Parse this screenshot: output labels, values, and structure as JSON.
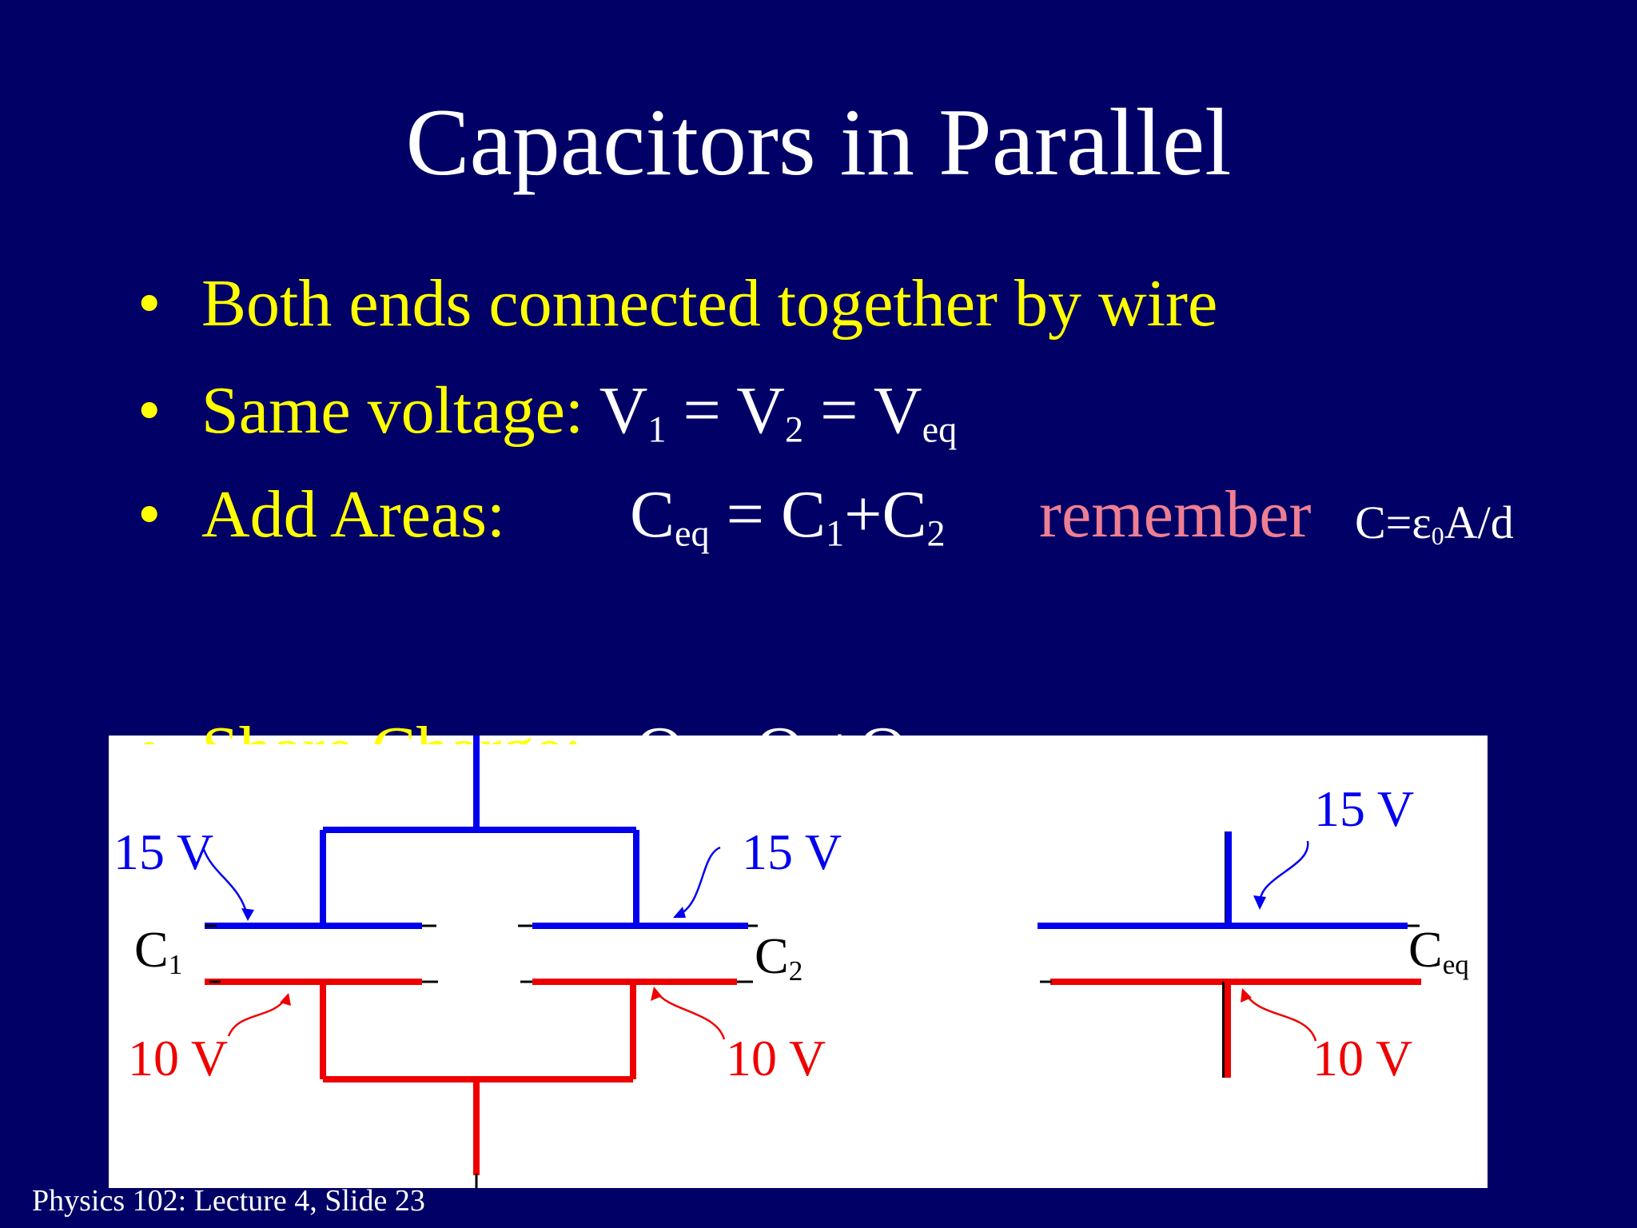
{
  "slide": {
    "title": "Capacitors in Parallel",
    "footer": "Physics 102: Lecture 4, Slide 23"
  },
  "bullets": {
    "b1": "Both ends connected together by wire",
    "b2_label": "Same voltage:",
    "b2_v1": "V",
    "b2_v1_sub": "1",
    "b2_eq1": " = V",
    "b2_v2_sub": "2",
    "b2_eq2": " = V",
    "b2_veq_sub": "eq",
    "b3_label": "Add Areas:",
    "b3_c": "C",
    "b3_ceq_sub": "eq",
    "b3_eq": " = C",
    "b3_c1_sub": "1",
    "b3_plus": "+C",
    "b3_c2_sub": "2",
    "b3_remember": "remember",
    "b3_formula_a": "C=ε",
    "b3_formula_sub": "0",
    "b3_formula_b": "A/d",
    "b4_label": "Share Charge:",
    "b4_partial": "Q    = Q +Q"
  },
  "diagram": {
    "c1_15v": "15 V",
    "c1_10v": "10 V",
    "c1_label": "C",
    "c1_sub": "1",
    "c2_15v": "15 V",
    "c2_10v": "10 V",
    "c2_label": "C",
    "c2_sub": "2",
    "ceq_15v": "15 V",
    "ceq_10v": "10 V",
    "ceq_label": "C",
    "ceq_sub": "eq"
  },
  "colors": {
    "background": "#000066",
    "title": "#ffffff",
    "bullet": "#ffff00",
    "remember": "#ee7f93",
    "positive": "#0000ee",
    "negative": "#ee0000"
  }
}
